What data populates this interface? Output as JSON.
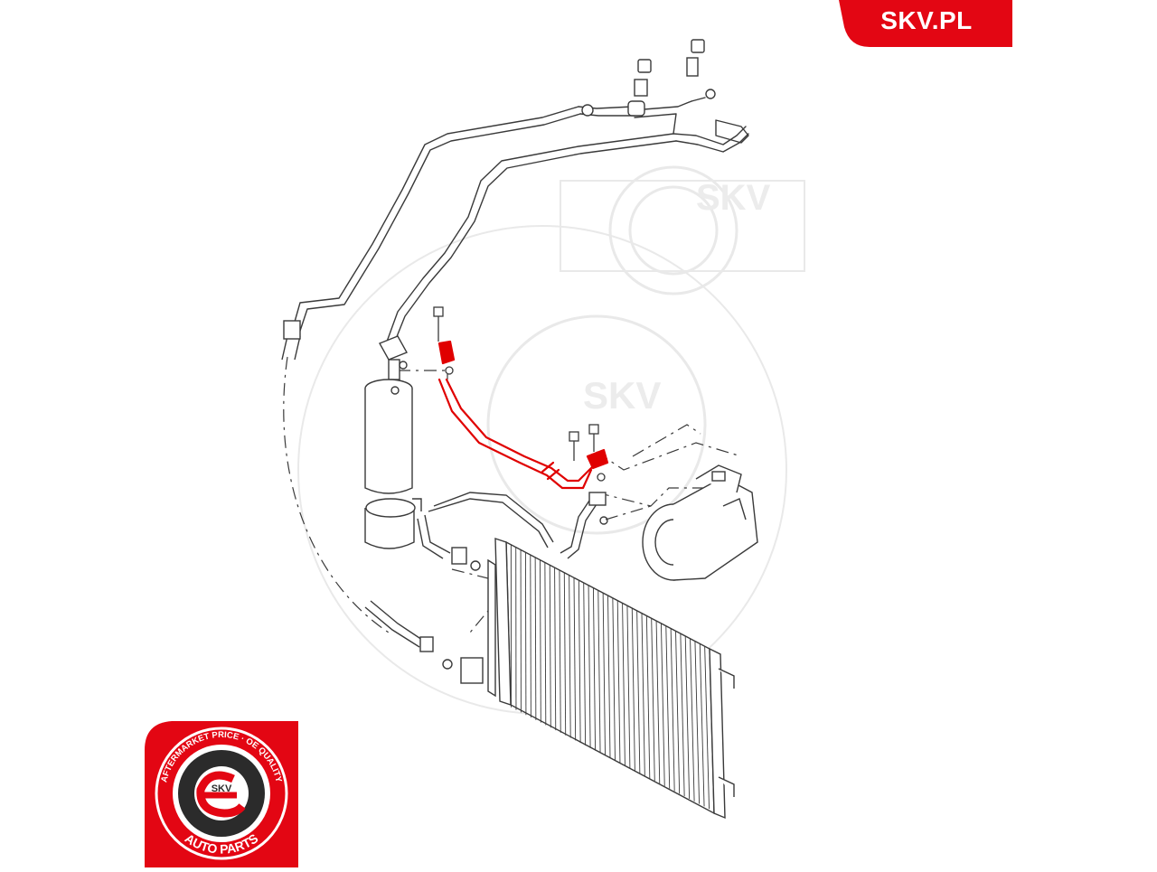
{
  "brand": {
    "site": "SKV.PL",
    "color": "#e30613"
  },
  "watermark": {
    "text_upper": "SKV",
    "text_lower": "SKV",
    "color": "#e9e9e9"
  },
  "badge": {
    "ring_top_text": "AFTERMARKET PRICE · OE QUALITY",
    "ring_bottom_text": "AUTO PARTS",
    "center_text": "SKV",
    "ring_color": "#e30613",
    "inner_color": "#2b2b2b"
  },
  "diagram": {
    "line_color": "#3a3a3a",
    "highlight_color": "#e00000",
    "highlighted_part": "pressure-hose-highlight"
  }
}
